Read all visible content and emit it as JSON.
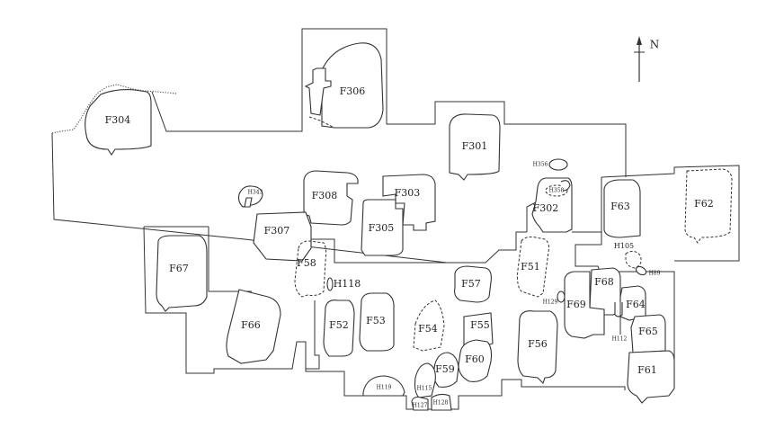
{
  "north": {
    "label": "N"
  },
  "labels": {
    "f304": "F304",
    "f306": "F306",
    "f301": "F301",
    "h356": "H356",
    "h358": "H358",
    "f302": "F302",
    "f303": "F303",
    "f308": "F308",
    "h343": "H343",
    "f305": "F305",
    "f307": "F307",
    "f63": "F63",
    "f62": "F62",
    "f67": "F67",
    "f58": "F58",
    "h118": "H118",
    "f57": "F57",
    "f51": "F51",
    "h105": "H105",
    "h89": "H89",
    "f68": "F68",
    "f69": "F69",
    "h129": "H129",
    "f64": "F64",
    "h112": "H112",
    "f66": "F66",
    "f52": "F52",
    "f53": "F53",
    "f54": "F54",
    "f55": "F55",
    "f65": "F65",
    "f56": "F56",
    "f60": "F60",
    "f59": "F59",
    "f61": "F61",
    "h119": "H119",
    "h115": "H115",
    "h127": "H127",
    "h128": "H128"
  }
}
